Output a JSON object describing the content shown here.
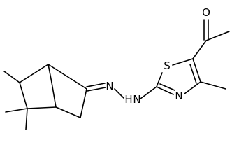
{
  "molecule": {
    "atoms": {
      "sulfur": "S",
      "nitrogen_ring": "N",
      "nitrogen_imine": "N",
      "nitrogen_amine": "N",
      "hydrogen_amine": "H",
      "oxygen": "O"
    },
    "colors": {
      "bond": "#000000",
      "label": "#000000",
      "background": "#ffffff"
    }
  }
}
